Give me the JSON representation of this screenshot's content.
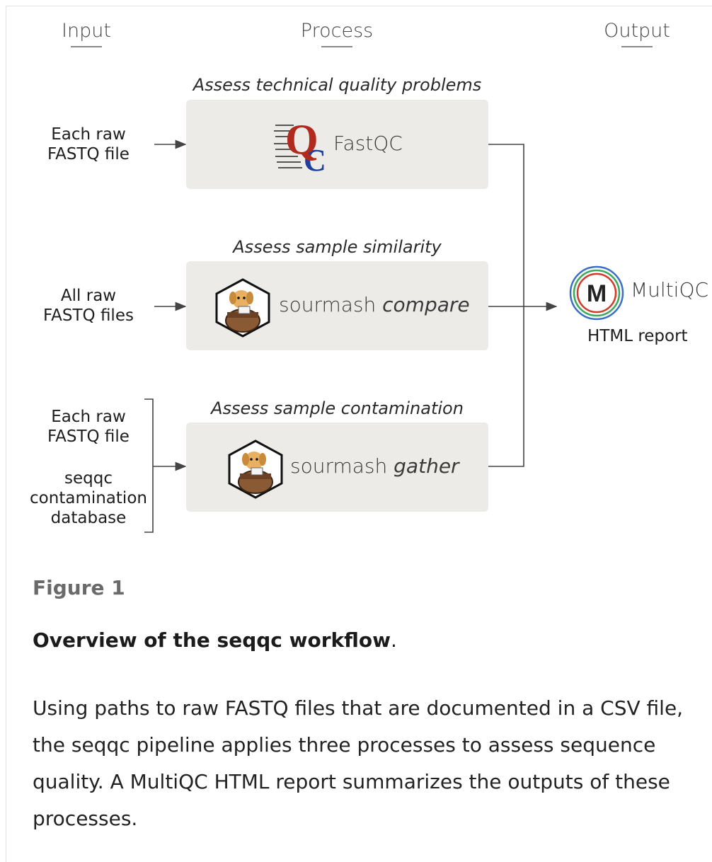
{
  "columns": {
    "input": "Input",
    "process": "Process",
    "output": "Output"
  },
  "processes": [
    {
      "title": "Assess technical quality problems",
      "tool": "FastQC",
      "tool_italic": ""
    },
    {
      "title": "Assess sample similarity",
      "tool": "sourmash ",
      "tool_italic": "compare"
    },
    {
      "title": "Assess sample contamination",
      "tool": "sourmash ",
      "tool_italic": "gather"
    }
  ],
  "inputs": {
    "first": [
      "Each raw",
      "FASTQ file"
    ],
    "second": [
      "All raw",
      "FASTQ files"
    ],
    "third_a": [
      "Each raw",
      "FASTQ file"
    ],
    "third_b": [
      "seqqc",
      "contamination",
      "database"
    ]
  },
  "output": {
    "tool": "MultiQC",
    "logo_letter": "M",
    "report": "HTML report"
  },
  "figure": {
    "label": "Figure 1",
    "title_bold": "Overview of the seqqc workflow",
    "title_end": ".",
    "caption": "Using paths to raw FASTQ files that are documented in a CSV file, the seqqc pipeline applies three processes to assess sequence quality. A MultiQC HTML report summarizes the outputs of these processes."
  },
  "colors": {
    "box_bg": "#ecebe8",
    "fastqc_red": "#b22a1e",
    "fastqc_blue": "#1f3e9e",
    "multiqc_ring_red": "#d23a2a",
    "multiqc_ring_green": "#3aa85a",
    "multiqc_ring_blue": "#3a6fc8"
  }
}
